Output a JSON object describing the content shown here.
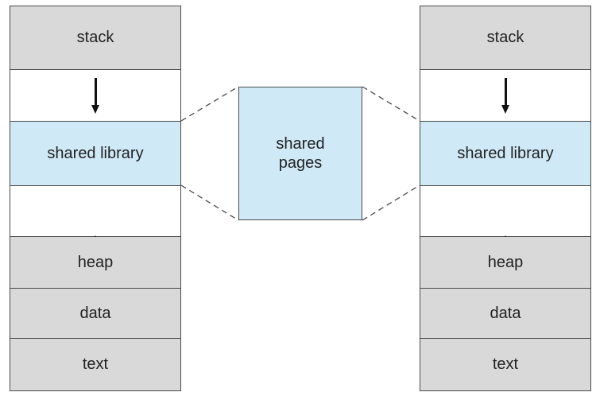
{
  "left_address_space": {
    "segments": [
      "stack",
      "",
      "shared library",
      "",
      "heap",
      "data",
      "text"
    ]
  },
  "right_address_space": {
    "segments": [
      "stack",
      "",
      "shared library",
      "",
      "heap",
      "data",
      "text"
    ]
  },
  "shared_pages": {
    "line1": "shared",
    "line2": "pages"
  },
  "colors": {
    "segment_gray": "#d9d9d9",
    "shared_blue": "#cfe9f7",
    "border": "#4a4a4a",
    "arrow": "#111111"
  }
}
